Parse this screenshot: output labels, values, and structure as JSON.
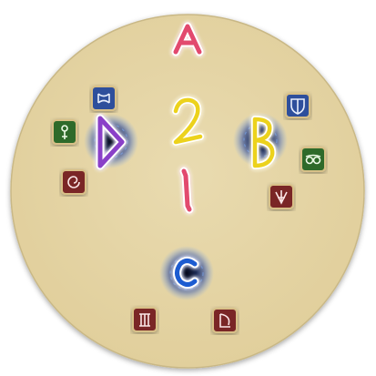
{
  "colors": {
    "floor": "#e6d6a8",
    "floor_edge": "#cbb98a",
    "waymark_a": "#e24a6e",
    "waymark_b": "#ecd21c",
    "waymark_c": "#1f5bd1",
    "waymark_d": "#8a3fc8",
    "marker_1": "#e24a6e",
    "marker_2": "#ecd21c",
    "tank_icon": "#2e4f9c",
    "healer_icon": "#2e6b2a",
    "dps_icon": "#7a2828",
    "void": "#0f1a3d"
  },
  "waymarks": [
    {
      "id": "A",
      "label": "A",
      "color": "waymark_a",
      "void": false
    },
    {
      "id": "B",
      "label": "B",
      "color": "waymark_b",
      "void": true
    },
    {
      "id": "C",
      "label": "C",
      "color": "waymark_c",
      "void": true
    },
    {
      "id": "D",
      "label": "D",
      "color": "waymark_d",
      "void": true
    }
  ],
  "markers": [
    {
      "id": "2",
      "label": "2",
      "color": "marker_2"
    },
    {
      "id": "1",
      "label": "1",
      "color": "marker_1"
    }
  ],
  "roles": [
    {
      "id": "tank-1",
      "role": "tank",
      "icon": "warrior-icon"
    },
    {
      "id": "healer-1",
      "role": "healer",
      "icon": "astrologian-icon"
    },
    {
      "id": "dps-1",
      "role": "dps",
      "icon": "monk-icon"
    },
    {
      "id": "tank-2",
      "role": "tank",
      "icon": "paladin-icon"
    },
    {
      "id": "healer-2",
      "role": "healer",
      "icon": "scholar-icon"
    },
    {
      "id": "dps-2",
      "role": "dps",
      "icon": "dragoon-icon"
    },
    {
      "id": "dps-3",
      "role": "dps",
      "icon": "bard-icon"
    },
    {
      "id": "dps-4",
      "role": "dps",
      "icon": "summoner-icon"
    }
  ]
}
